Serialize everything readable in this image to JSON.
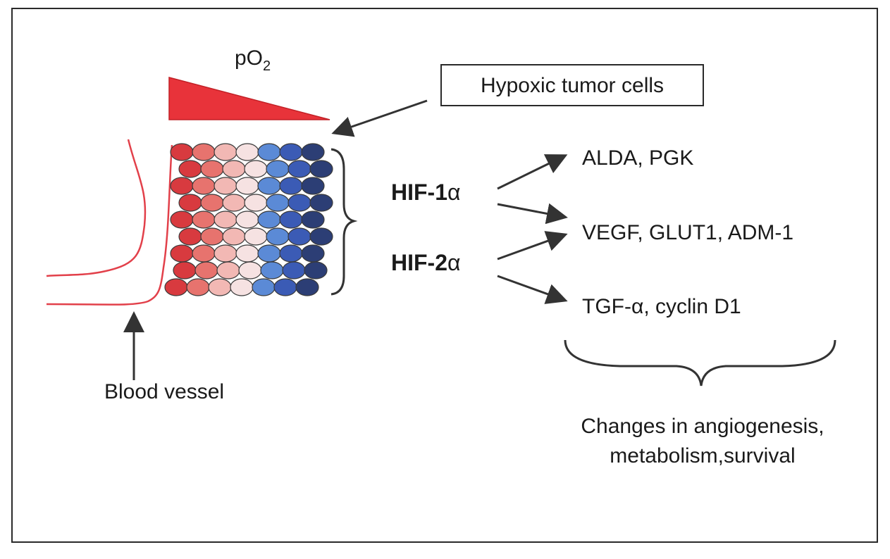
{
  "po2_label": {
    "text": "pO",
    "subscript": "2"
  },
  "hypoxic_box_label": "Hypoxic tumor cells",
  "blood_vessel_label": "Blood vessel",
  "hif1_label": {
    "prefix": "HIF-1",
    "greek": "α"
  },
  "hif2_label": {
    "prefix": "HIF-2",
    "greek": "α"
  },
  "targets": {
    "alda_pgk": "ALDA, PGK",
    "vegf_glut1_adm1": "VEGF, GLUT1, ADM-1",
    "tgf_cyclin": {
      "prefix": "TGF-",
      "greek": "α",
      "suffix": ", cyclin D1"
    }
  },
  "outcome": {
    "line1": "Changes in angiogenesis,",
    "line2": "metabolism,survival"
  },
  "colors": {
    "frame": "#2a2a2a",
    "po2_triangle": "#e8333a",
    "vessel": "#e2404a",
    "arrow": "#333333",
    "cell_gradient": [
      "#d83a3f",
      "#e7736e",
      "#f2b8b4",
      "#f6e2e2",
      "#5b8ad6",
      "#3b5bb5",
      "#2c3e75"
    ]
  }
}
